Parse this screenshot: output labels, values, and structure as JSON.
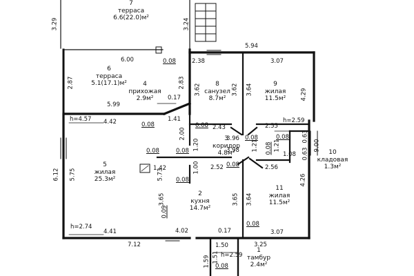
{
  "rooms": [
    {
      "num": "7",
      "name": "терраса",
      "area": "6.6(22.0)м²"
    },
    {
      "num": "6",
      "name": "терраса",
      "area": "5.1(17.1)м²"
    },
    {
      "num": "4",
      "name": "прихожая",
      "area": "2.9м²"
    },
    {
      "num": "8",
      "name": "санузел",
      "area": "8.7м²"
    },
    {
      "num": "9",
      "name": "жилая",
      "area": "11.5м²"
    },
    {
      "num": "3",
      "name": "коридор",
      "area": "4.8м²"
    },
    {
      "num": "5",
      "name": "жилая",
      "area": "25.3м²"
    },
    {
      "num": "2",
      "name": "кухня",
      "area": "14.7м²"
    },
    {
      "num": "11",
      "name": "жилая",
      "area": "11.5м²"
    },
    {
      "num": "10",
      "name": "кладовая",
      "area": "1.3м²"
    },
    {
      "num": "1",
      "name": "тамбур",
      "area": "2.4м²"
    }
  ],
  "dims": {
    "d329": "3.29",
    "d324": "3.24",
    "d600": "6.00",
    "d008a": "0.08",
    "d287": "2.87",
    "d283": "2.83",
    "d238": "2.38",
    "d594": "5.94",
    "d307a": "3.07",
    "d362a": "3.62",
    "d362b": "3.62",
    "d364a": "3.64",
    "d429": "4.29",
    "d017a": "0.17",
    "d599": "5.99",
    "d141": "1.41",
    "d442": "4.42",
    "d008b": "0.08",
    "h457": "h=4.57",
    "d200": "2.00",
    "d008c": "0.08",
    "d243": "2.43",
    "d255": "2.55",
    "h259a": "h=2.59",
    "d396": "3.96",
    "d008d": "0.08",
    "d008e": "0.08",
    "d121a": "1.21",
    "d008f": "0.08",
    "d063a": "0.63",
    "d900": "9.00",
    "d008g": "0.08",
    "d008h": "0.08",
    "d120": "1.20",
    "d398": "3.98",
    "d121b": "1.21",
    "d108": "1.08",
    "d063b": "0.63",
    "d612": "6.12",
    "d575": "5.75",
    "d573": "5.73",
    "d142": "1.42",
    "d100": "1.00",
    "d252": "2.52",
    "d008i": "0.08",
    "d256": "2.56",
    "d008j": "0.08",
    "d426": "4.26",
    "d365a": "3.65",
    "d365b": "3.65",
    "d364b": "3.64",
    "d009": "0.09",
    "d008k": "0.08",
    "h274": "h=2.74",
    "d441": "4.41",
    "d402": "4.02",
    "d017b": "0.17",
    "d307b": "3.07",
    "d712": "7.12",
    "d150": "1.50",
    "d325": "3.25",
    "d151": "1.51",
    "h259b": "h=2.59",
    "d159": "1.59",
    "d008l": "0.08"
  }
}
